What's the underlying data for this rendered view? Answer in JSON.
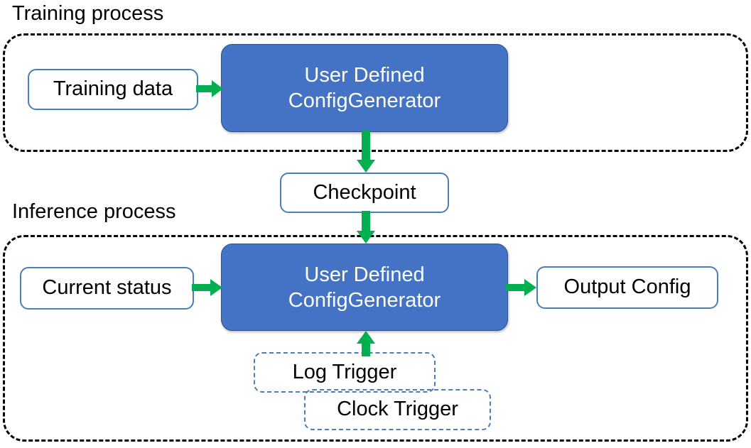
{
  "diagram": {
    "type": "flowchart",
    "title_training": "Training process",
    "title_inference": "Inference process",
    "colors": {
      "process_fill": "#4472C4",
      "process_border": "#2F528F",
      "node_border": "#4A7EBB",
      "arrow": "#00B050",
      "group_border": "#000000",
      "text_dark": "#000000",
      "text_light": "#FFFFFF",
      "background": "#FFFFFF"
    },
    "groups": [
      {
        "id": "training",
        "label": "Training process",
        "style": "dashed-black"
      },
      {
        "id": "inference",
        "label": "Inference process",
        "style": "dashed-black"
      }
    ],
    "nodes": {
      "training_data": {
        "label": "Training data",
        "style": "white-solid-blue-border"
      },
      "udcg_training": {
        "line1": "User Defined",
        "line2": "ConfigGenerator",
        "style": "blue-filled"
      },
      "checkpoint": {
        "label": "Checkpoint",
        "style": "white-solid-blue-border"
      },
      "current_status": {
        "label": "Current status",
        "style": "white-solid-blue-border"
      },
      "udcg_inference": {
        "line1": "User Defined",
        "line2": "ConfigGenerator",
        "style": "blue-filled"
      },
      "output_config": {
        "label": "Output Config",
        "style": "white-solid-blue-border"
      },
      "log_trigger": {
        "label": "Log Trigger",
        "style": "dashed-blue-border"
      },
      "clock_trigger": {
        "label": "Clock Trigger",
        "style": "dashed-blue-border"
      }
    },
    "edges": [
      {
        "from": "training_data",
        "to": "udcg_training",
        "direction": "right"
      },
      {
        "from": "udcg_training",
        "to": "checkpoint",
        "direction": "down"
      },
      {
        "from": "checkpoint",
        "to": "udcg_inference",
        "direction": "down"
      },
      {
        "from": "current_status",
        "to": "udcg_inference",
        "direction": "right"
      },
      {
        "from": "udcg_inference",
        "to": "output_config",
        "direction": "right"
      },
      {
        "from": "log_trigger",
        "to": "udcg_inference",
        "direction": "up"
      }
    ]
  }
}
